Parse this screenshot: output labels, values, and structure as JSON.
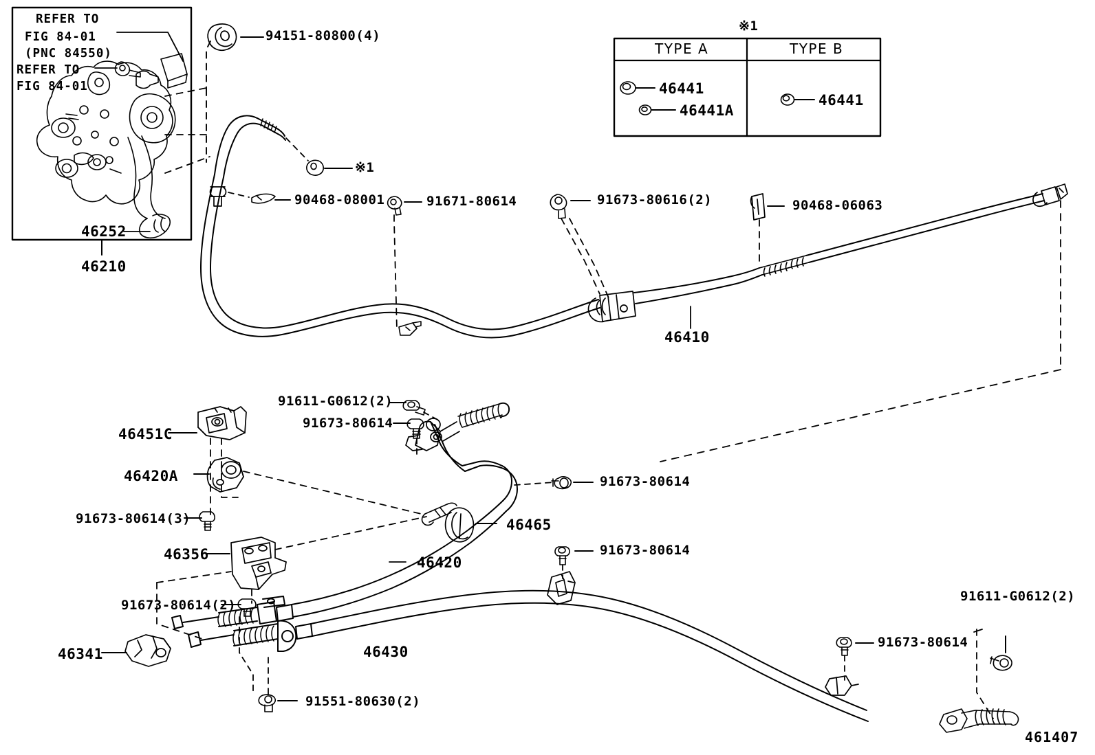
{
  "diagram": {
    "watermark": "461407",
    "ref_note_symbol": "※1",
    "inset_box": {
      "refer_line_1": "REFER TO",
      "refer_line_2": "FIG 84-01",
      "refer_line_3": "(PNC 84550)",
      "refer_line_4": "REFER TO",
      "refer_line_5": "FIG 84-01",
      "part_inner": "46252",
      "part_outer": "46210"
    },
    "type_table": {
      "title": "※1",
      "columns": [
        "TYPE A",
        "TYPE B"
      ],
      "type_a_parts": [
        "46441",
        "46441A"
      ],
      "type_b_parts": [
        "46441"
      ]
    },
    "callouts": [
      {
        "id": "c01",
        "text": "94151-80800(4)"
      },
      {
        "id": "c02",
        "text": "※1"
      },
      {
        "id": "c03",
        "text": "90468-08001"
      },
      {
        "id": "c04",
        "text": "91671-80614"
      },
      {
        "id": "c05",
        "text": "91673-80616(2)"
      },
      {
        "id": "c06",
        "text": "90468-06063"
      },
      {
        "id": "c07",
        "text": "46410"
      },
      {
        "id": "c08",
        "text": "91611-G0612(2)"
      },
      {
        "id": "c09",
        "text": "91673-80614"
      },
      {
        "id": "c10",
        "text": "46451C"
      },
      {
        "id": "c11",
        "text": "46420A"
      },
      {
        "id": "c12",
        "text": "91673-80614(3)"
      },
      {
        "id": "c13",
        "text": "91673-80614"
      },
      {
        "id": "c14",
        "text": "46465"
      },
      {
        "id": "c15",
        "text": "46356"
      },
      {
        "id": "c16",
        "text": "46420"
      },
      {
        "id": "c17",
        "text": "91673-80614"
      },
      {
        "id": "c18",
        "text": "91673-80614(2)"
      },
      {
        "id": "c19",
        "text": "46341"
      },
      {
        "id": "c20",
        "text": "46430"
      },
      {
        "id": "c21",
        "text": "91551-80630(2)"
      },
      {
        "id": "c22",
        "text": "91611-G0612(2)"
      },
      {
        "id": "c23",
        "text": "91673-80614"
      }
    ],
    "colors": {
      "ink": "#000000",
      "paper": "#ffffff"
    }
  }
}
